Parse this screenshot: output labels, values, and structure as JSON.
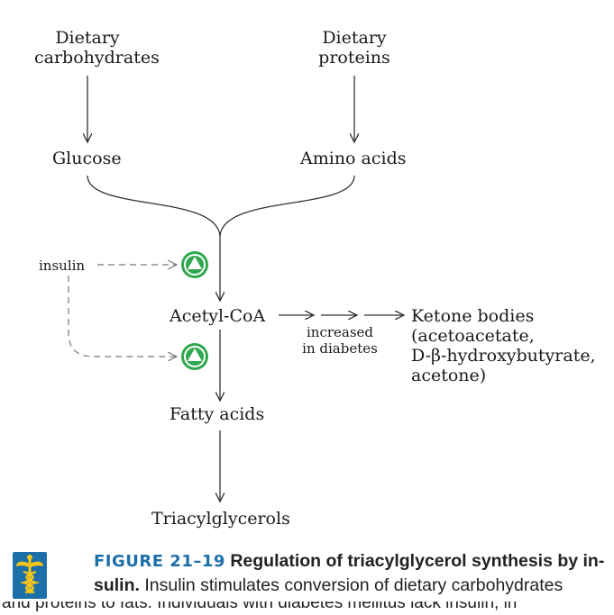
{
  "diagram": {
    "nodes": {
      "dietary_carbohydrates": [
        "Dietary",
        "carbohydrates"
      ],
      "dietary_proteins": [
        "Dietary",
        "proteins"
      ],
      "glucose": "Glucose",
      "amino_acids": "Amino acids",
      "insulin": "insulin",
      "acetyl_coa": "Acetyl-CoA",
      "fatty_acids": "Fatty acids",
      "triacylglycerols": "Triacylglycerols",
      "ketone_bodies": [
        "Ketone bodies",
        "(acetoacetate,",
        "D-β-hydroxybutyrate,",
        "acetone)"
      ]
    },
    "edge_label": [
      "increased",
      "in diabetes"
    ],
    "stimulation_color": "#2fa84f"
  },
  "caption": {
    "figure_label": "FIGURE 21–19",
    "title_line1": "Regulation of triacylglycerol synthesis by in-",
    "title_line2": "sulin.",
    "text_line2": " Insulin stimulates conversion of dietary carbohydrates",
    "text_line3_clipped": "and proteins to fats. Individuals with diabetes mellitus lack insulin; in",
    "badge_icon": "caduceus-icon",
    "badge_color": "#1d6fa8",
    "accent_color": "#f5c518"
  }
}
